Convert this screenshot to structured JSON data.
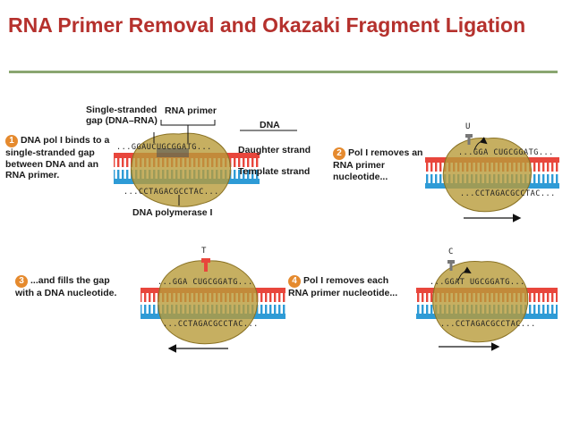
{
  "title": "RNA Primer Removal and Okazaki Fragment Ligation",
  "colors": {
    "title": "#b5312d",
    "rule": "#8aa670",
    "daughter": "#e8463c",
    "template": "#2e9bd6",
    "enzyme": "#b89b3a",
    "step_badge": "#e58a2e"
  },
  "panel1": {
    "label_gap": "Single-stranded gap (DNA–RNA)",
    "label_primer": "RNA primer",
    "label_dna": "DNA",
    "label_daughter": "Daughter strand",
    "label_template": "Template strand",
    "label_polymerase": "DNA polymerase I",
    "top_seq": "...GGAUCUGCGGATG...",
    "bottom_seq": "...CCTAGACGCCTAC..."
  },
  "steps": [
    {
      "num": "1",
      "text": "DNA pol I binds to a single-stranded gap between DNA and an RNA primer."
    },
    {
      "num": "2",
      "text": "Pol I removes an RNA primer nucleotide..."
    },
    {
      "num": "3",
      "text": "...and fills the gap with a DNA nucleotide."
    },
    {
      "num": "4",
      "text": "Pol I removes each RNA primer nucleotide..."
    }
  ],
  "panel2": {
    "nucleotide": "U",
    "top_seq": "...GGA CUGCGGATG...",
    "bottom_seq": "...CCTAGACGCCTAC..."
  },
  "panel3": {
    "nucleotide": "T",
    "top_seq": "...GGA CUGCGGATG...",
    "bottom_seq": "...CCTAGACGCCTAC..."
  },
  "panel4": {
    "nucleotide": "C",
    "top_seq": "...GGAT UGCGGATG...",
    "bottom_seq": "...CCTAGACGCCTAC..."
  }
}
